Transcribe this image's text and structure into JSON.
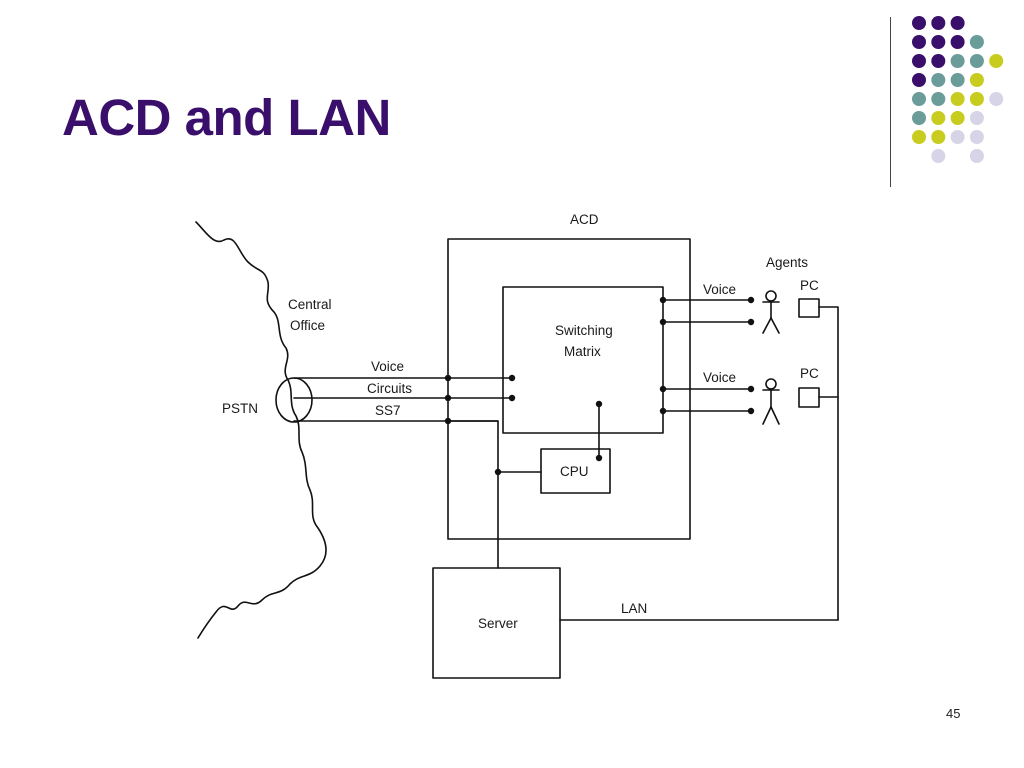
{
  "title": "ACD and LAN",
  "page_number": "45",
  "colors": {
    "title": "#3a0f6b",
    "dot_purple": "#3a0f6b",
    "dot_teal": "#6a9c9a",
    "dot_yellow": "#c8cc1e",
    "dot_lavender": "#d6d4e6"
  },
  "diagram": {
    "central_office": [
      "Central",
      "Office"
    ],
    "pstn": "PSTN",
    "voice": "Voice",
    "circuits": "Circuits",
    "ss7": "SS7",
    "acd": "ACD",
    "switching_matrix": [
      "Switching",
      "Matrix"
    ],
    "cpu": "CPU",
    "agents": "Agents",
    "voice_top": "Voice",
    "voice_bottom": "Voice",
    "pc_top": "PC",
    "pc_bottom": "PC",
    "server": "Server",
    "lan": "LAN"
  }
}
